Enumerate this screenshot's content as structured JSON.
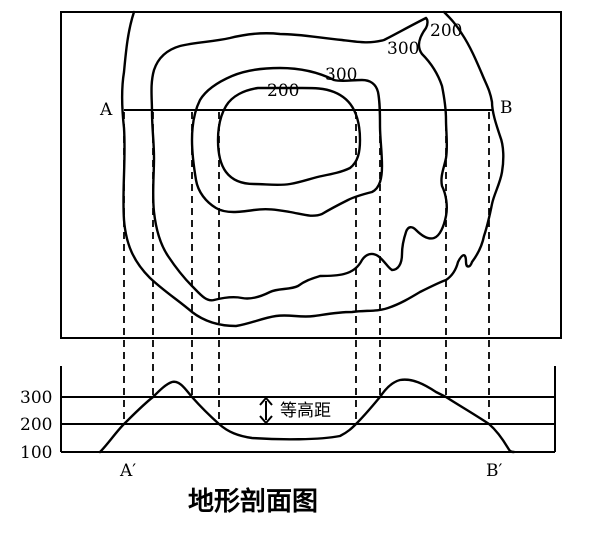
{
  "map": {
    "point_a": "A",
    "point_b": "B",
    "contours": [
      {
        "id": "outer-200",
        "value": "200"
      },
      {
        "id": "outer-300",
        "value": "300"
      },
      {
        "id": "inner-300",
        "value": "300"
      },
      {
        "id": "inner-200",
        "value": "200"
      }
    ]
  },
  "profile": {
    "levels": [
      "300",
      "200",
      "100"
    ],
    "point_a_prime": "A′",
    "point_b_prime": "B′",
    "contour_interval_label": "等高距"
  },
  "caption": "地形剖面图"
}
